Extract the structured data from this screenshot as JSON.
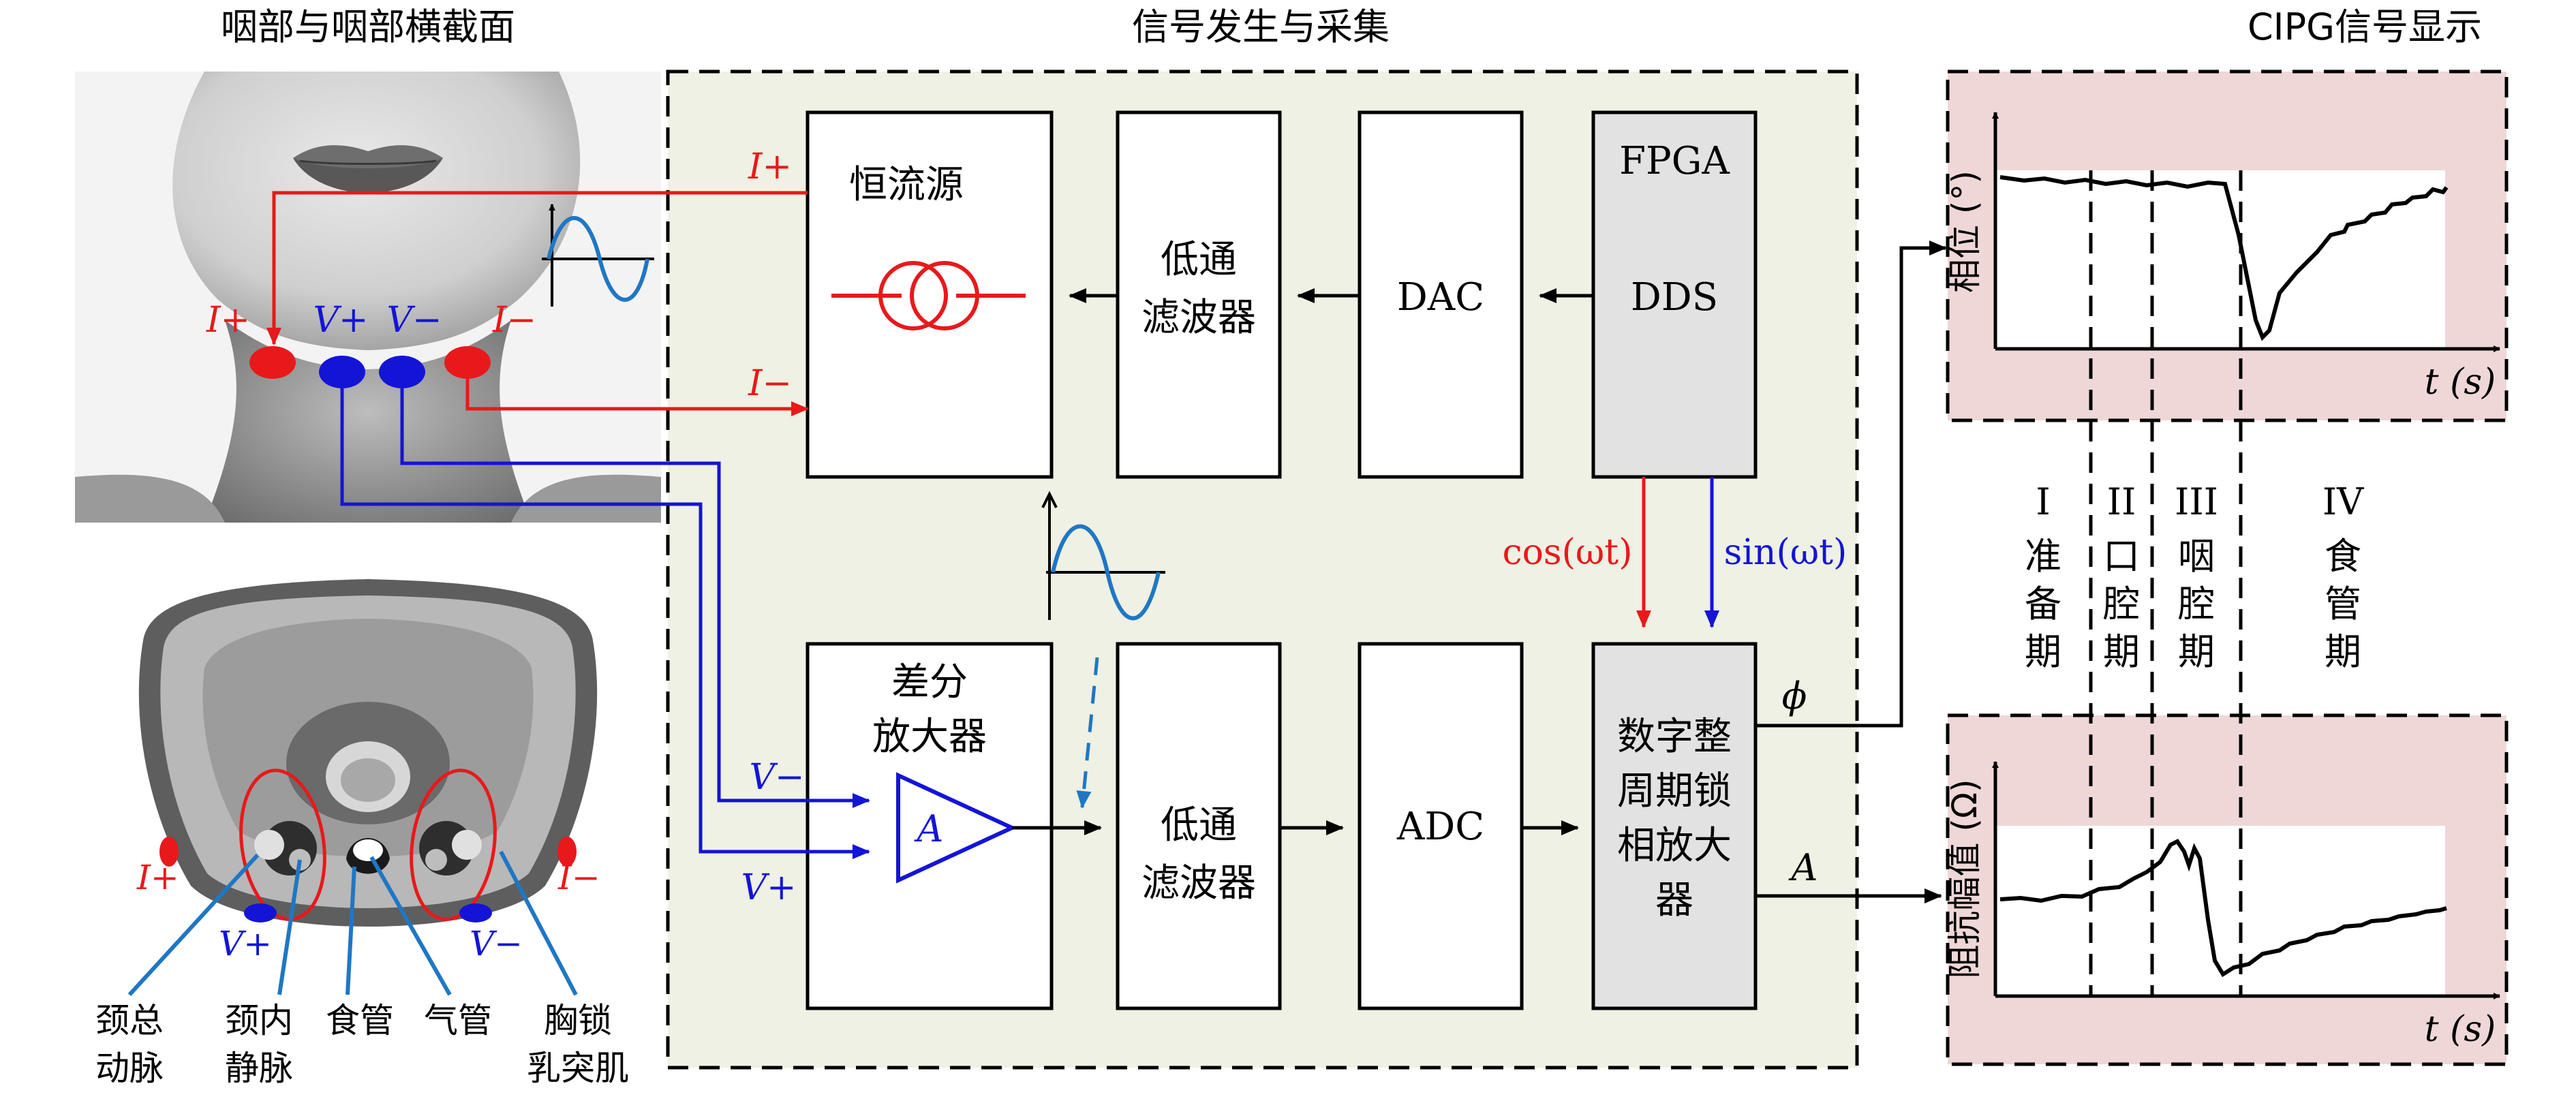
{
  "titles": {
    "left": "咽部与咽部横截面",
    "middle": "信号发生与采集",
    "right": "CIPG信号显示"
  },
  "blocks": {
    "current_source": "恒流源",
    "lpf_top_1": "低通",
    "lpf_top_2": "滤波器",
    "dac": "DAC",
    "fpga_1": "FPGA",
    "fpga_2": "DDS",
    "diff_amp_1": "差分",
    "diff_amp_2": "放大器",
    "amp_symbol": "A",
    "lpf_bot_1": "低通",
    "lpf_bot_2": "滤波器",
    "adc": "ADC",
    "lockin_1": "数字整",
    "lockin_2": "周期锁",
    "lockin_3": "相放大",
    "lockin_4": "器"
  },
  "signals": {
    "i_plus": "I+",
    "i_minus": "I−",
    "v_plus": "V+",
    "v_minus": "V−",
    "cos": "cos(ωt)",
    "sin": "sin(ωt)",
    "phi": "ϕ",
    "amp_out": "A"
  },
  "electrodes_face": {
    "i_plus": "I+",
    "v_plus": "V+",
    "v_minus": "V−",
    "i_minus": "I−"
  },
  "cross_section": {
    "i_plus": "I+",
    "i_minus": "I−",
    "v_plus": "V+",
    "v_minus": "V−",
    "labels": {
      "carotid_1": "颈总",
      "carotid_2": "动脉",
      "jugular_1": "颈内",
      "jugular_2": "静脉",
      "esophagus": "食管",
      "trachea": "气管",
      "scm_1": "胸锁",
      "scm_2": "乳突肌"
    }
  },
  "plots": {
    "phase_ylabel": "相位 (°)",
    "phase_xlabel": "t (s)",
    "amp_ylabel": "阻抗幅值 (Ω)",
    "amp_xlabel": "t (s)"
  },
  "phases": [
    {
      "numeral": "I",
      "chars": [
        "准",
        "备",
        "期"
      ]
    },
    {
      "numeral": "II",
      "chars": [
        "口",
        "腔",
        "期"
      ]
    },
    {
      "numeral": "III",
      "chars": [
        "咽",
        "腔",
        "期"
      ]
    },
    {
      "numeral": "IV",
      "chars": [
        "食",
        "管",
        "期"
      ]
    }
  ],
  "colors": {
    "current": "#e8191b",
    "voltage": "#1414d6",
    "sine": "#1f77c4",
    "panel_bg": "#eef1e3",
    "plot_bg": "#efd7d7",
    "fpga_fill": "#e2e2e2"
  }
}
